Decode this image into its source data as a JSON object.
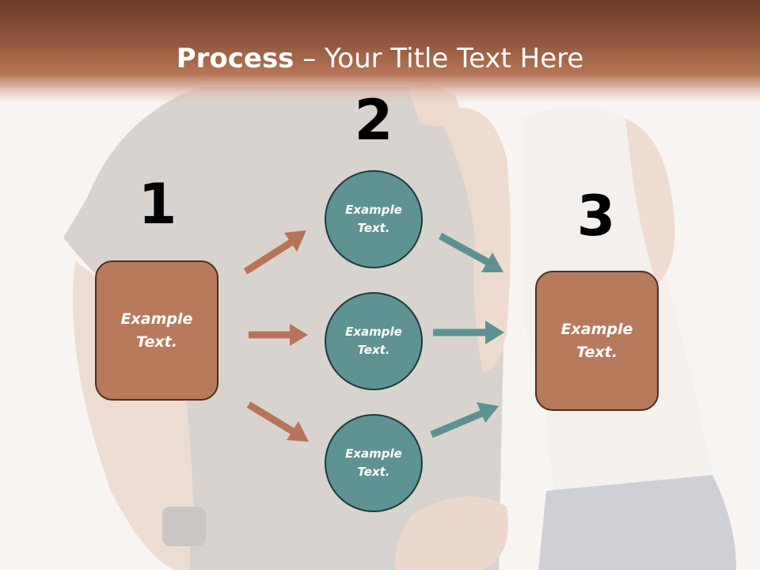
{
  "title": {
    "bold": "Process",
    "rest": " – Your Title Text Here"
  },
  "steps": [
    {
      "number": "1",
      "text": "Example Text."
    },
    {
      "number": "2",
      "items": [
        "Example Text.",
        "Example Text.",
        "Example Text."
      ]
    },
    {
      "number": "3",
      "text": "Example Text."
    }
  ],
  "colors": {
    "header": "#965b40",
    "box_fill": "#b87a5c",
    "circle_fill": "#5f9292",
    "arrow_brown": "#b87458",
    "arrow_teal": "#5e9292"
  },
  "background_photo": "couple-shirts-faded"
}
